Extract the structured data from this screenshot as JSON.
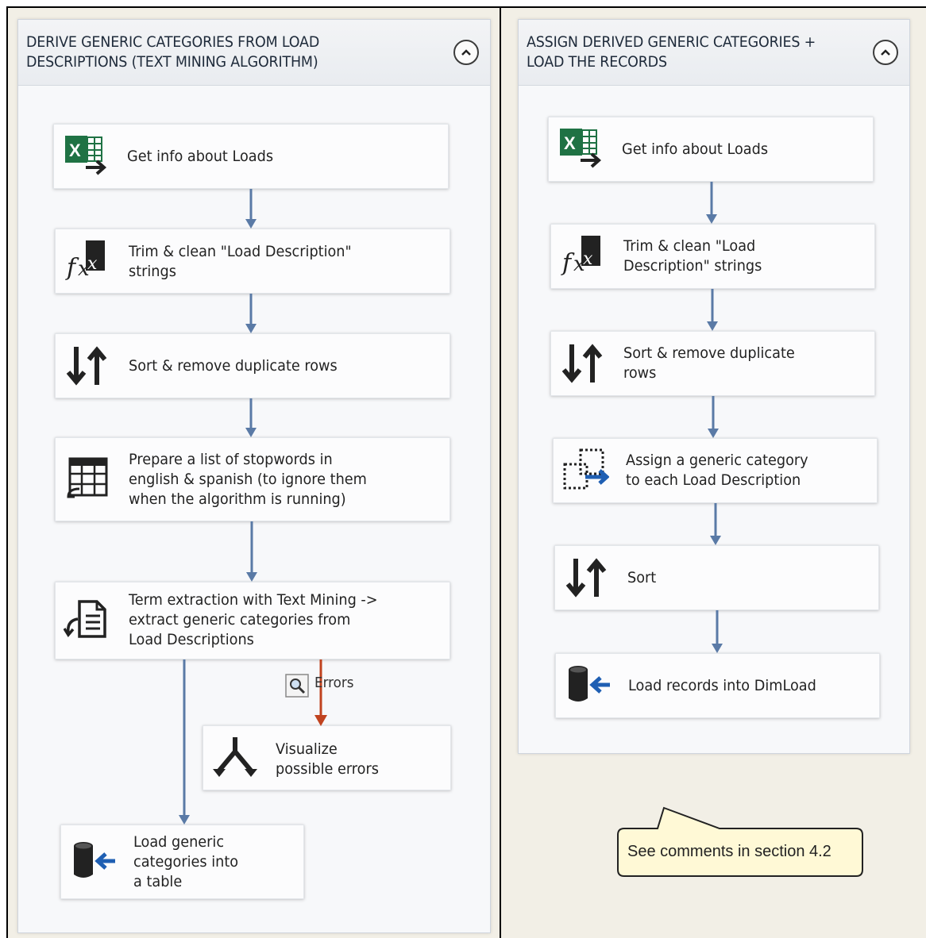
{
  "left_container": {
    "title": "DERIVE GENERIC CATEGORIES FROM LOAD\nDESCRIPTIONS (TEXT MINING ALGORITHM)",
    "collapse_icon": "chevron-up-icon",
    "tasks": [
      {
        "label": "Get info about Loads",
        "icon": "excel-source-icon"
      },
      {
        "label": "Trim & clean \"Load Description\"\nstrings",
        "icon": "derived-column-fx-icon"
      },
      {
        "label": "Sort & remove duplicate rows",
        "icon": "sort-icon"
      },
      {
        "label": "Prepare a list of stopwords in\nenglish & spanish (to ignore them\nwhen the algorithm is running)",
        "icon": "table-grid-icon"
      },
      {
        "label": "Term extraction with Text Mining ->\nextract generic categories from\nLoad Descriptions",
        "icon": "term-extraction-icon"
      },
      {
        "label": "Visualize\npossible errors",
        "icon": "multicast-icon"
      },
      {
        "label": "Load generic\ncategories into\na table",
        "icon": "database-destination-icon"
      }
    ],
    "error_path_label": "Errors"
  },
  "right_container": {
    "title": "ASSIGN DERIVED GENERIC CATEGORIES +\nLOAD THE RECORDS",
    "collapse_icon": "chevron-up-icon",
    "tasks": [
      {
        "label": "Get info about Loads",
        "icon": "excel-source-icon"
      },
      {
        "label": "Trim & clean \"Load\nDescription\" strings",
        "icon": "derived-column-fx-icon"
      },
      {
        "label": "Sort & remove duplicate\nrows",
        "icon": "sort-icon"
      },
      {
        "label": "Assign a generic category\nto each Load Description",
        "icon": "lookup-icon"
      },
      {
        "label": "Sort",
        "icon": "sort-icon"
      },
      {
        "label": "Load records into DimLoad",
        "icon": "database-destination-icon"
      }
    ]
  },
  "callout": {
    "text": "See comments in section 4.2"
  },
  "colors": {
    "data_path": "#5a7aa6",
    "error_path": "#c0431f",
    "excel_green": "#1f7244"
  }
}
